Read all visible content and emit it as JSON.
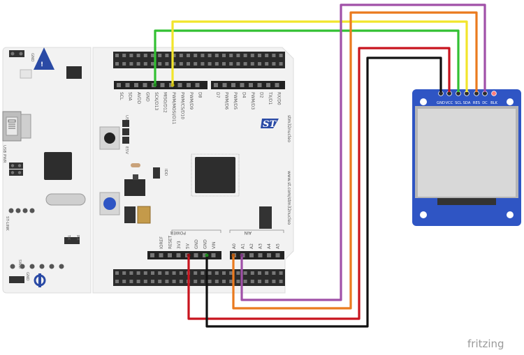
{
  "board": {
    "name": "stm32nucleo",
    "url_label": "www.st.com/stm32nucleo",
    "gnd_top": "GND",
    "usb_label": "USB PWR",
    "stlink_label": "ST-LINK",
    "swd_label": "SWD",
    "gnd_bottom": "GND",
    "tx_label": "TX",
    "rx_label": "RX",
    "u5v_label": "U5V",
    "e5v_label": "E5V",
    "idd_label": "IDD",
    "power_label": "POWER",
    "ain_label": "AIN",
    "top_pins": [
      "SCL",
      "SDA",
      "AVDD",
      "GND",
      "SCK/D13",
      "MISO/D12",
      "PWM/MOSI/D11",
      "PWM/CS/D10",
      "PWM/D9",
      "D8",
      "D7",
      "PWM/D6",
      "PWM/D5",
      "D4",
      "PWM/D3",
      "D2",
      "TX/D1",
      "RX/D0"
    ],
    "power_pins": [
      "IOREF",
      "RESET",
      "3V3",
      "5V",
      "GND",
      "GND",
      "VIN"
    ],
    "analog_pins": [
      "A0",
      "A1",
      "A2",
      "A3",
      "A4",
      "A5"
    ]
  },
  "display": {
    "pins": [
      "GND",
      "VCC",
      "SCL",
      "SDA",
      "RES",
      "DC",
      "BLK"
    ]
  },
  "watermark": "fritzing",
  "colors": {
    "board": "#f2f2f2",
    "header": "#2b2b2b",
    "display_pcb": "#2f55c4",
    "screen": "#d8d8d8",
    "wire_yellow": "#f2e52b",
    "wire_green": "#32c032",
    "wire_purple": "#a050a8",
    "wire_orange": "#ea7a1e",
    "wire_red": "#c8141e",
    "wire_black": "#111111"
  }
}
